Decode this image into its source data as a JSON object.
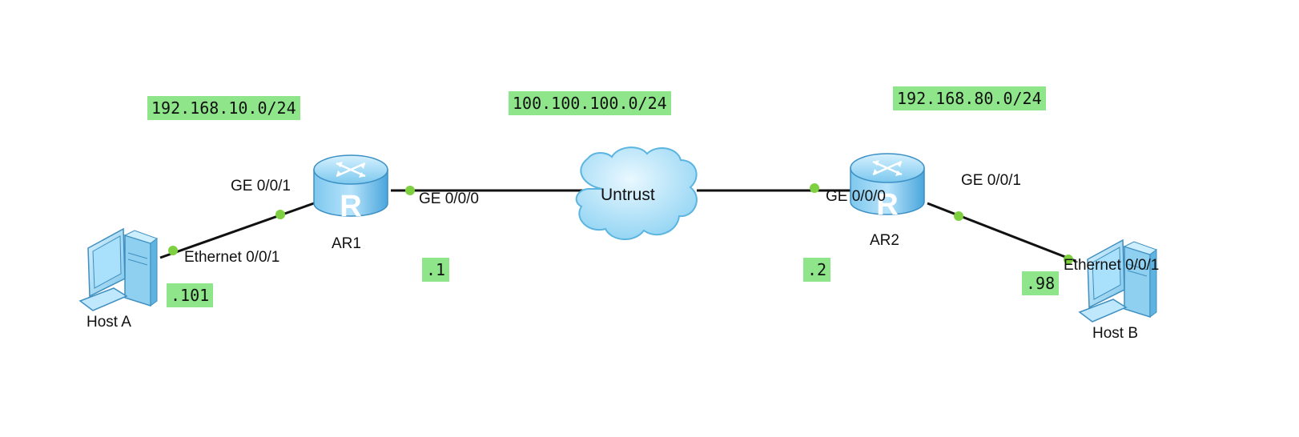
{
  "networks": {
    "lan_a": "192.168.10.0/24",
    "wan": "100.100.100.0/24",
    "lan_b": "192.168.80.0/24"
  },
  "hosts": {
    "a": {
      "name": "Host A",
      "ip_suffix": ".101",
      "port": "Ethernet 0/0/1"
    },
    "b": {
      "name": "Host B",
      "ip_suffix": ".98",
      "port": "Ethernet 0/0/1"
    }
  },
  "routers": {
    "ar1": {
      "name": "AR1",
      "lan_port": "GE 0/0/1",
      "wan_port": "GE 0/0/0",
      "wan_ip_suffix": ".1",
      "glyph": "R"
    },
    "ar2": {
      "name": "AR2",
      "lan_port": "GE 0/0/1",
      "wan_port": "GE 0/0/0",
      "wan_ip_suffix": ".2",
      "glyph": "R"
    }
  },
  "cloud": {
    "name": "Untrust"
  },
  "colors": {
    "label_bg": "#8ee58a",
    "port_dot": "#7ed040",
    "device_blue": "#5bb8e8",
    "link": "#111111"
  },
  "icons": {
    "host": "pc-icon",
    "router": "router-icon",
    "cloud": "cloud-icon"
  }
}
